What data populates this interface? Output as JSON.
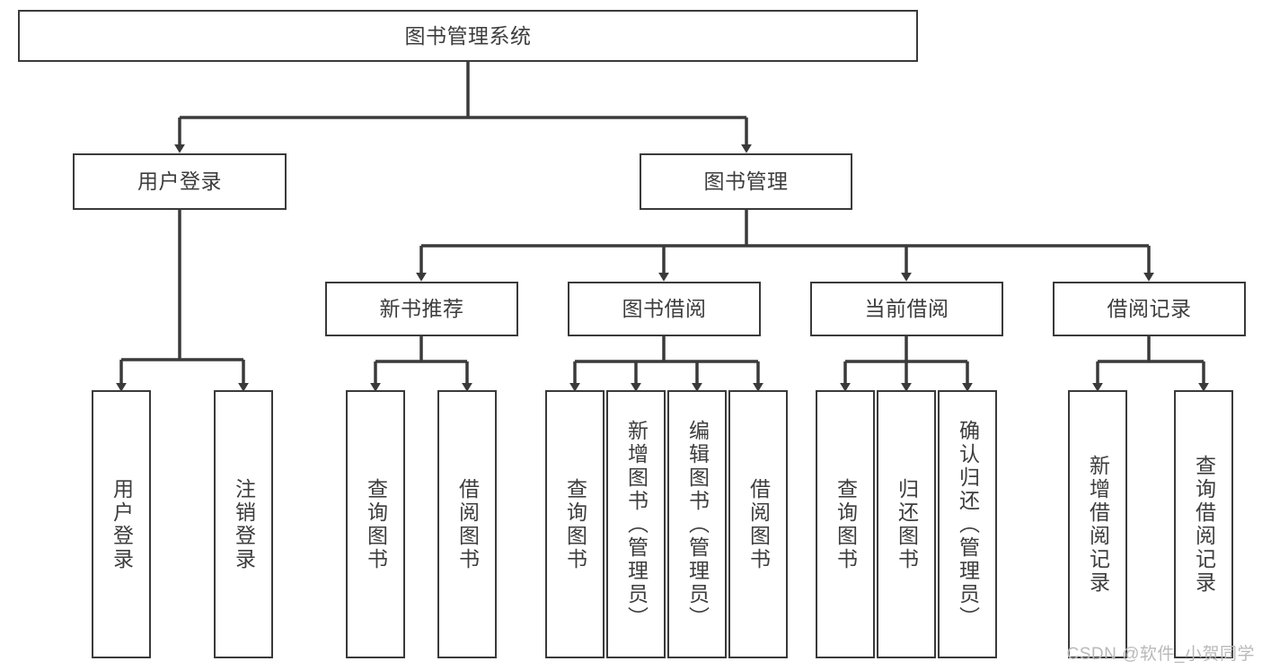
{
  "diagram": {
    "type": "tree-hierarchy",
    "title": "图书管理系统",
    "watermark": "CSDN @软件_小贺同学",
    "colors": {
      "box_border": "#3a3a3a",
      "box_fill": "#ffffff",
      "text": "#3d3d3d",
      "connector": "#3a3a3a",
      "watermark": "#b9b9b9",
      "background": "#ffffff"
    },
    "root": {
      "label": "图书管理系统"
    },
    "level2": [
      {
        "label": "用户登录"
      },
      {
        "label": "图书管理"
      }
    ],
    "level3": [
      {
        "label": "新书推荐"
      },
      {
        "label": "图书借阅"
      },
      {
        "label": "当前借阅"
      },
      {
        "label": "借阅记录"
      }
    ],
    "leaves": {
      "user_login": [
        {
          "label": "用户登录"
        },
        {
          "label": "注销登录"
        }
      ],
      "new_book": [
        {
          "label": "查询图书"
        },
        {
          "label": "借阅图书"
        }
      ],
      "book_borrow": [
        {
          "label": "查询图书"
        },
        {
          "label": "新增图书（管理员）"
        },
        {
          "label": "编辑图书（管理员）"
        },
        {
          "label": "借阅图书"
        }
      ],
      "current_borrow": [
        {
          "label": "查询图书"
        },
        {
          "label": "归还图书"
        },
        {
          "label": "确认归还（管理员）"
        }
      ],
      "borrow_record": [
        {
          "label": "新增借阅记录"
        },
        {
          "label": "查询借阅记录"
        }
      ]
    }
  }
}
